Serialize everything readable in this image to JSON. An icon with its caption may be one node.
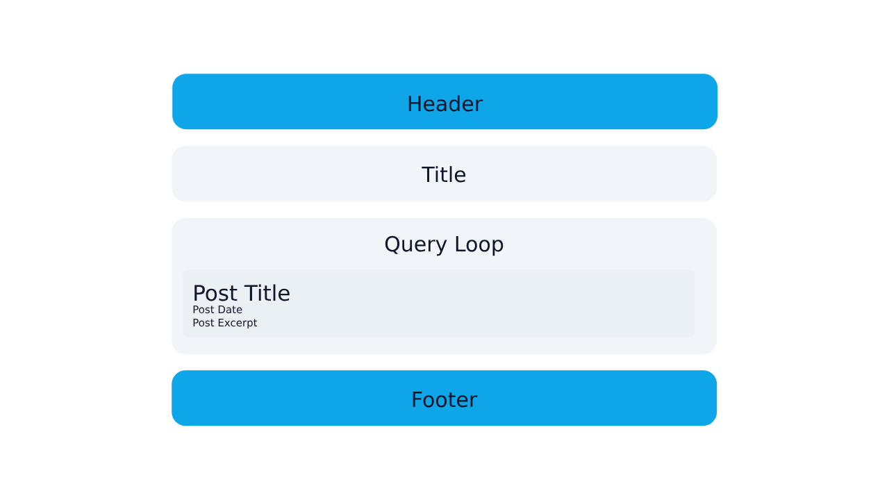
{
  "diagram": {
    "nodes": [
      {
        "text": [
          "Header"
        ]
      },
      {
        "text": [
          "Title"
        ]
      },
      {
        "text": [
          "Query Loop"
        ]
      },
      {
        "text": [
          "Post Title",
          "Post Date",
          "Post Excerpt"
        ],
        "in": 2
      },
      {
        "text": [
          "Footer"
        ]
      }
    ]
  }
}
